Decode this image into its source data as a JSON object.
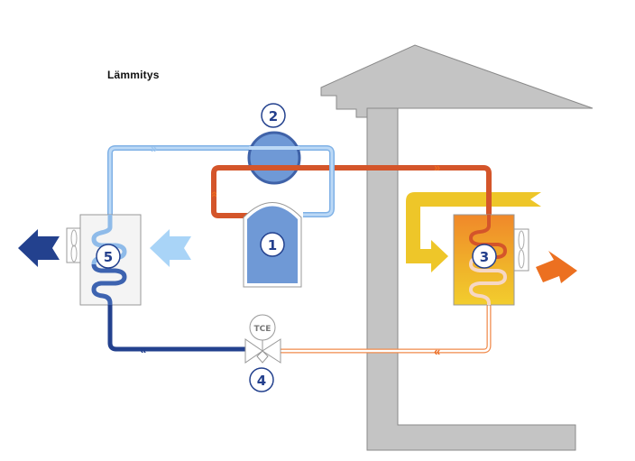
{
  "title": "Lämmitys",
  "components": [
    {
      "id": "1",
      "name": "compressor-tank"
    },
    {
      "id": "2",
      "name": "compressor"
    },
    {
      "id": "3",
      "name": "condenser"
    },
    {
      "id": "4",
      "name": "expansion-valve"
    },
    {
      "id": "5",
      "name": "evaporator"
    }
  ],
  "valve_label": "TCE",
  "colors": {
    "house": "#c4c4c4",
    "house_edge": "#8a8a8a",
    "hot_pipe": "#d4552a",
    "cold_pipe_light": "#a9cdf2",
    "cold_pipe_dark": "#23418e",
    "liquid_pipe": "#f08a4b",
    "warm_air": "#eec629",
    "hot_air_arrow": "#ec7020",
    "cold_air_arrow_in": "#a9d4f7",
    "cold_air_arrow_out": "#23418e",
    "component_blue": "#6f99d6"
  }
}
